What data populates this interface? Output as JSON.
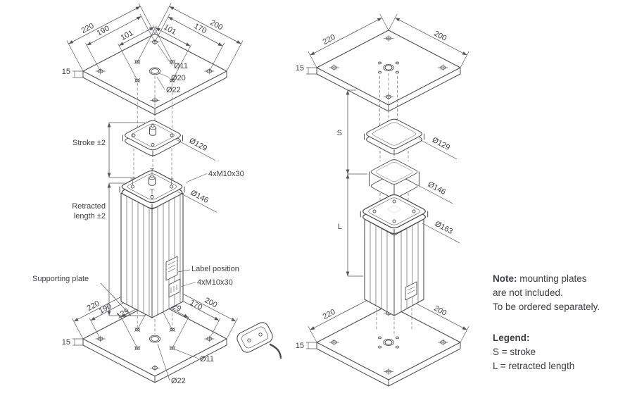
{
  "left_view": {
    "top_plate": {
      "dims_left": [
        "220",
        "190",
        "101"
      ],
      "dims_right": [
        "200",
        "170",
        "101"
      ],
      "thickness": "15",
      "holes": {
        "d11": "Ø11",
        "d20": "Ø20",
        "d22": "Ø22"
      }
    },
    "stroke_label": "Stroke ±2",
    "diameter_129": "Ø129",
    "bolts_top": "4xM10x30",
    "retracted_line1": "Retracted",
    "retracted_line2": "length ±2",
    "diameter_146": "Ø146",
    "label_position": "Label position",
    "supporting_plate": "Supporting plate",
    "bolts_bottom": "4xM10x30",
    "bottom_plate": {
      "dims_left": [
        "220",
        "190",
        "129"
      ],
      "dims_right": [
        "200",
        "170",
        "129"
      ],
      "thickness": "15",
      "holes": {
        "d11": "Ø11",
        "d22": "Ø22"
      }
    }
  },
  "right_view": {
    "top_plate": {
      "dim_left": "220",
      "dim_right": "200",
      "thickness": "15"
    },
    "stroke_symbol": "S",
    "length_symbol": "L",
    "diameter_129": "Ø129",
    "diameter_146": "Ø146",
    "diameter_163": "Ø163",
    "bottom_plate": {
      "dim_left": "220",
      "dim_right": "200",
      "thickness": "15"
    }
  },
  "note": {
    "title": "Note:",
    "line1_rest": " mounting plates",
    "line2": "are not included.",
    "line3": "To be ordered separately."
  },
  "legend": {
    "title": "Legend:",
    "items": [
      "S = stroke",
      "L = retracted length"
    ]
  }
}
